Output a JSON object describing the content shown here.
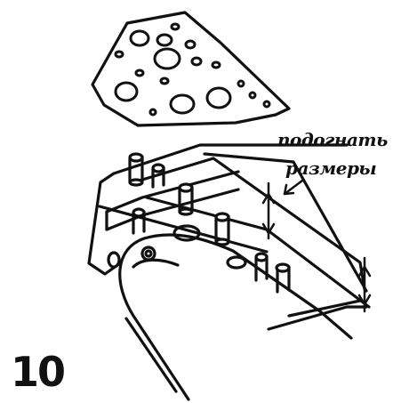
{
  "figure_number": "10",
  "annotation": {
    "line1": "подогнать",
    "line2": "размеры"
  },
  "colors": {
    "ink": "#111111",
    "paper": "#ffffff"
  }
}
